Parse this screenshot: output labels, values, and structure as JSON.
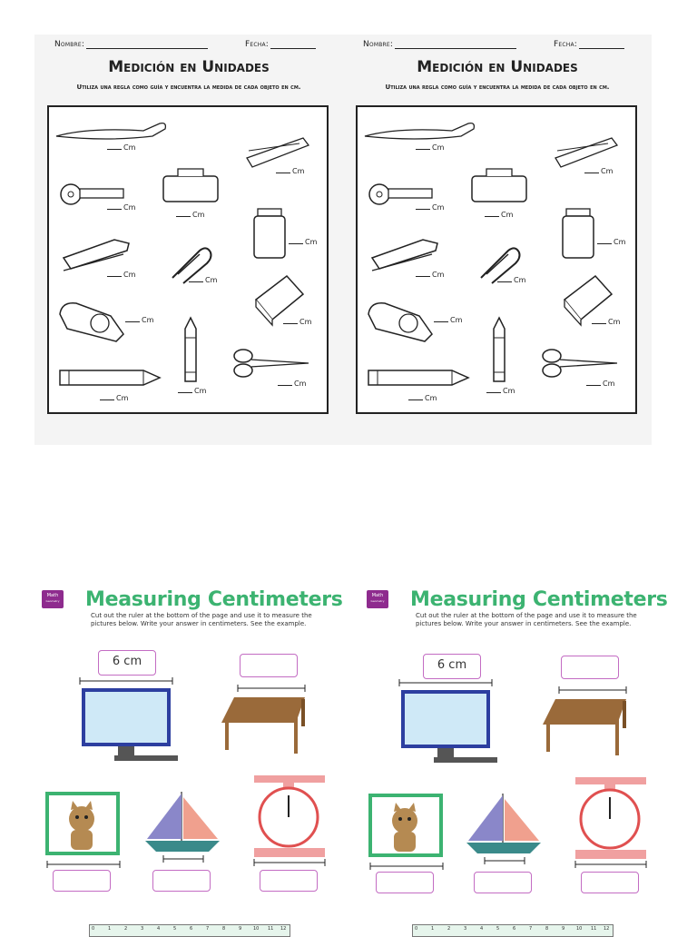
{
  "spanish_sheet": {
    "name_label": "Nombre:",
    "date_label": "Fecha:",
    "title": "Medición en Unidades",
    "instructions": "Utiliza una regla como guía y encuentra la medida de cada objeto en cm.",
    "unit": "Cm",
    "items": [
      "paintbrush",
      "clothespin",
      "key",
      "tissue-box",
      "jar",
      "stapler",
      "paperclip",
      "book",
      "tape-dispenser",
      "crayon",
      "scissors",
      "pencil"
    ]
  },
  "english_sheet": {
    "badge_subject": "Math",
    "badge_topic": "Geometry",
    "title": "Measuring Centimeters",
    "instructions": "Cut out the ruler at the bottom of the page and use it to measure the pictures below. Write your answer in centimeters. See the example.",
    "example_answer": "6 cm",
    "ruler_ticks": [
      "0",
      "1",
      "2",
      "3",
      "4",
      "5",
      "6",
      "7",
      "8",
      "9",
      "10",
      "11",
      "12"
    ],
    "items": [
      "computer-monitor",
      "table",
      "cat-picture",
      "sailboat",
      "scale"
    ]
  },
  "colors": {
    "green_title": "#3cb371",
    "badge_purple": "#8e2b8e",
    "box_pink": "#c36cc3",
    "monitor_blue": "#2d3fa0",
    "table_brown": "#9a6a3a"
  }
}
